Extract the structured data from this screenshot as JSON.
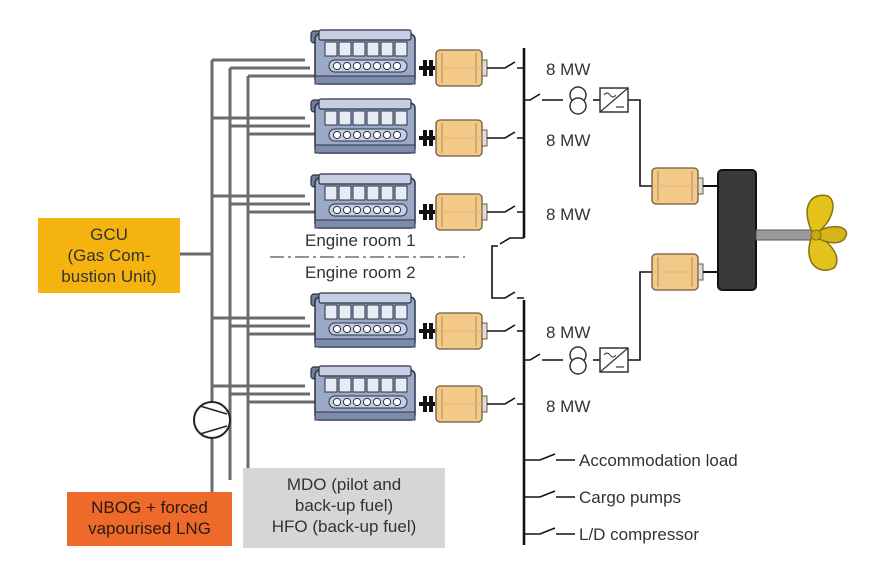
{
  "colors": {
    "gcu_box": "#f5b30f",
    "nbog_box": "#ee6a2a",
    "fuel_box": "#d6d6d6",
    "engine_body": "#9aa9c6",
    "generator": "#f3c98a",
    "line": "#555555",
    "busbar": "#111111",
    "propeller": "#e3c21c"
  },
  "icons": {
    "engine": "diesel-engine-icon",
    "generator": "generator-icon",
    "transformer": "transformer-icon",
    "converter": "frequency-converter-icon",
    "compressor": "compressor-icon",
    "gearbox": "gearbox-icon",
    "propeller": "propeller-icon"
  },
  "gcu": {
    "lines": [
      "GCU",
      "(Gas Com-",
      "bustion Unit)"
    ]
  },
  "nbog": {
    "lines": [
      "NBOG + forced",
      "vapourised LNG"
    ]
  },
  "fuel": {
    "lines": [
      "MDO (pilot and",
      "back-up fuel)",
      "HFO (back-up fuel)"
    ]
  },
  "engine_room_1": "Engine room 1",
  "engine_room_2": "Engine room 2",
  "power_labels": [
    "8 MW",
    "8 MW",
    "8 MW",
    "8 MW",
    "8 MW"
  ],
  "loads": [
    "Accommodation load",
    "Cargo pumps",
    "L/D compressor"
  ]
}
